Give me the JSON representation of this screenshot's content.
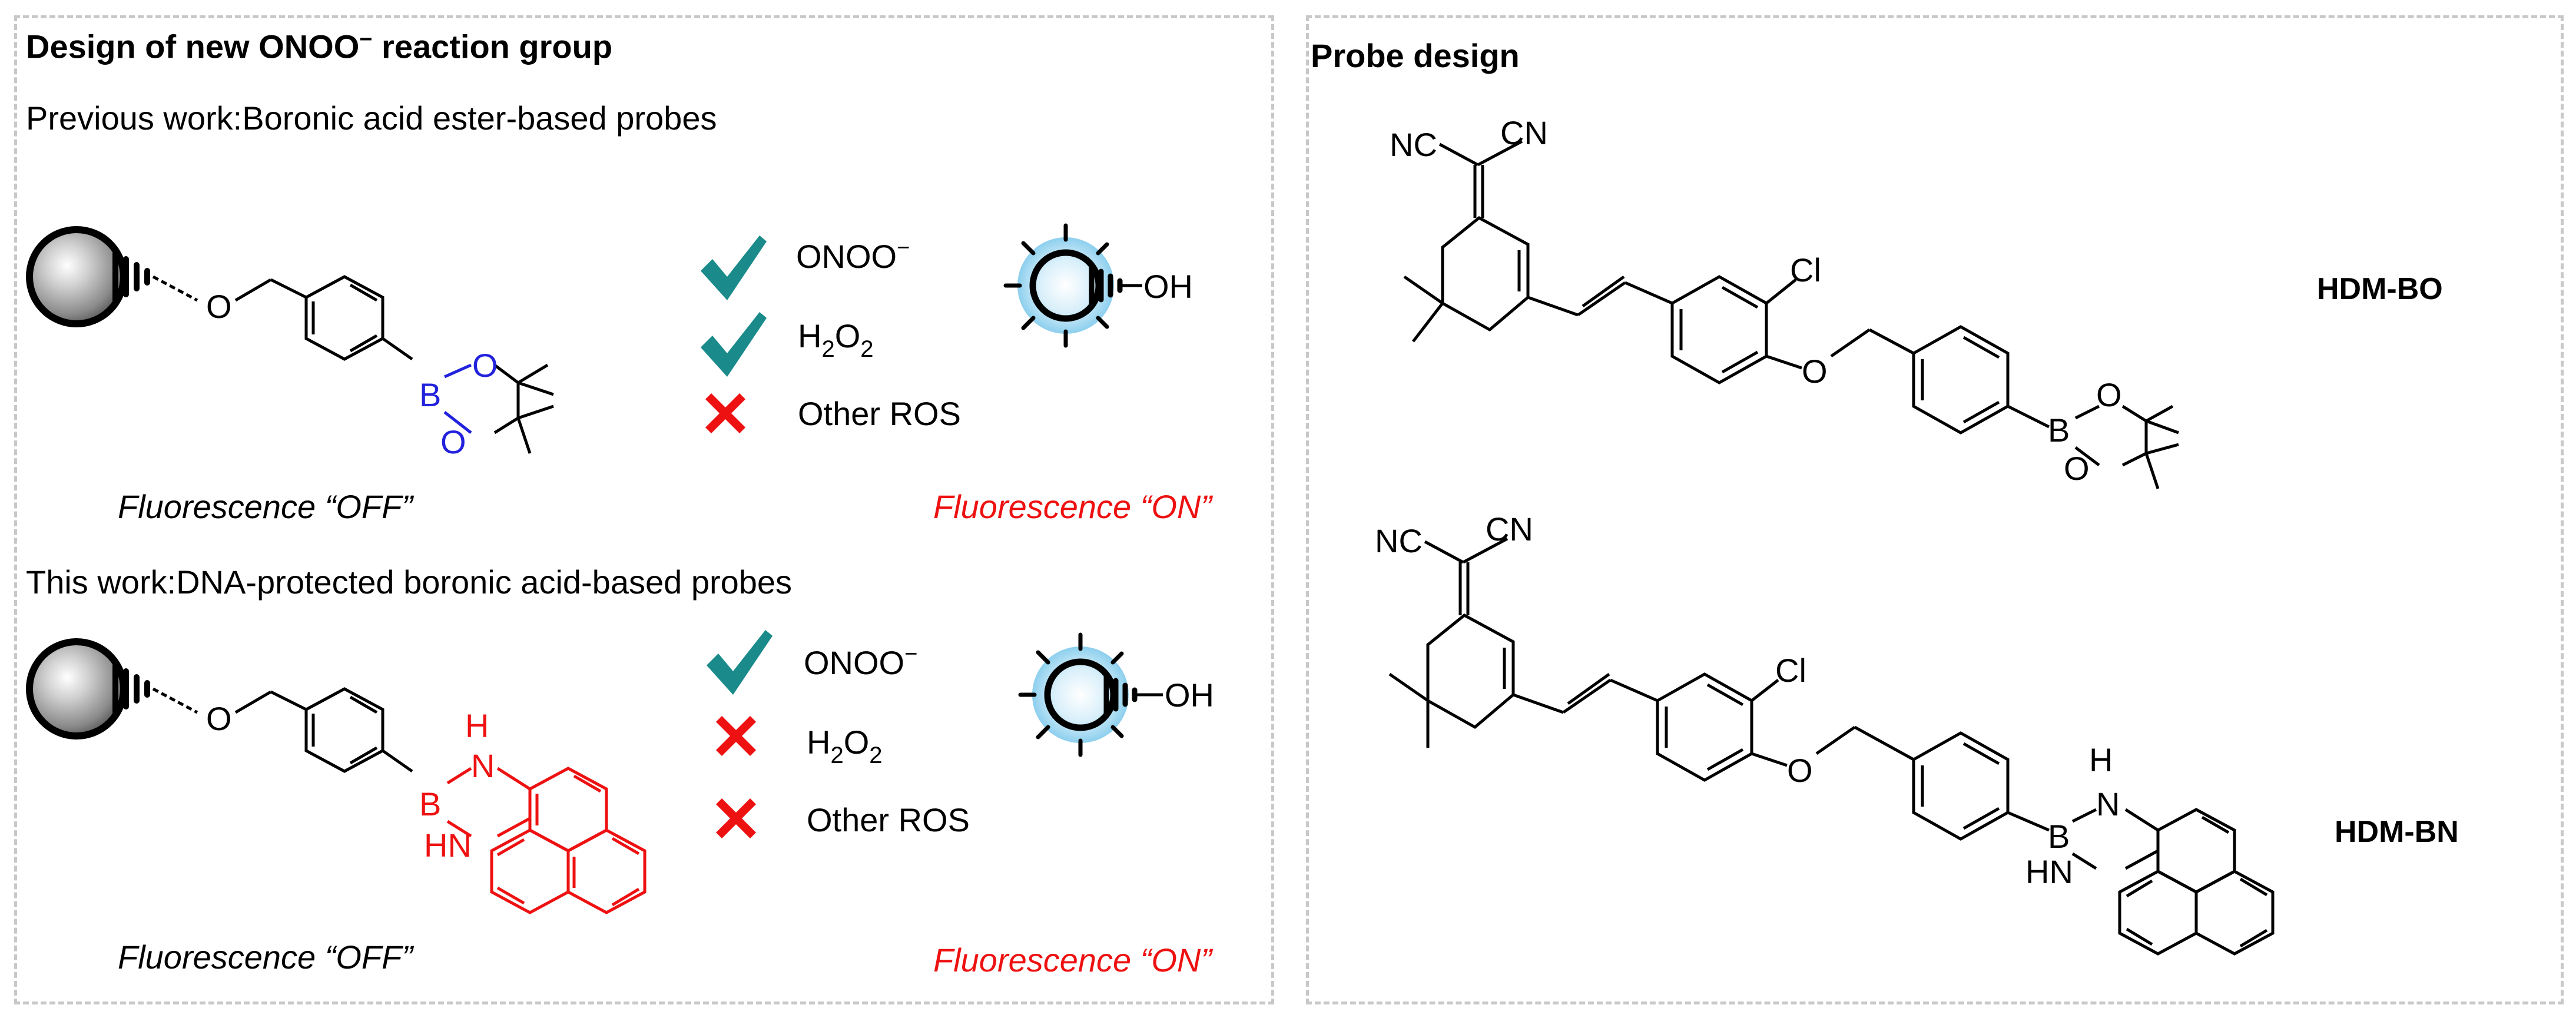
{
  "left_panel": {
    "title_prefix": "Design of new ONOO",
    "title_sup": "−",
    "title_suffix": " reaction group",
    "previous": {
      "heading": "Previous work:Boronic acid ester-based probes",
      "o_atom": "O",
      "boronic_b": "B",
      "boronic_o_top": "O",
      "boronic_o_bottom": "O",
      "checks": [
        {
          "mark": "check",
          "label": "ONOO",
          "sup": "−",
          "sub": ""
        },
        {
          "mark": "check",
          "label": "H",
          "sub": "2",
          "label2": "O",
          "sub2": "2"
        },
        {
          "mark": "cross",
          "label": "Other ROS"
        }
      ],
      "oh_label": "OH",
      "off_label": "Fluorescence “OFF”",
      "on_label": "Fluorescence “ON”"
    },
    "current": {
      "heading": "This work:DNA-protected boronic acid-based probes",
      "o_atom": "O",
      "boronic_b": "B",
      "nh_top": "H",
      "nh_top_n": "N",
      "nh_bottom": "HN",
      "checks": [
        {
          "mark": "check",
          "label": "ONOO",
          "sup": "−"
        },
        {
          "mark": "cross",
          "label": "H",
          "sub": "2",
          "label2": "O",
          "sub2": "2"
        },
        {
          "mark": "cross",
          "label": "Other ROS"
        }
      ],
      "oh_label": "OH",
      "off_label": "Fluorescence “OFF”",
      "on_label": "Fluorescence “ON”"
    }
  },
  "right_panel": {
    "title": "Probe design",
    "probe1": {
      "name": "HDM-BO",
      "nc": "NC",
      "cn": "CN",
      "cl": "Cl",
      "o_ether": "O",
      "b": "B",
      "o1": "O",
      "o2": "O"
    },
    "probe2": {
      "name": "HDM-BN",
      "nc": "NC",
      "cn": "CN",
      "cl": "Cl",
      "o_ether": "O",
      "b": "B",
      "h_top": "H",
      "n_top": "N",
      "hn_bottom": "HN"
    }
  },
  "colors": {
    "check": "#1a8a8a",
    "cross": "#ee1111",
    "boron_ester": "#2222dd",
    "boron_amine": "#ee1111",
    "on_text": "#ee1111",
    "bulb_glow": "#a8dcf2",
    "border": "#c8c8c8"
  }
}
